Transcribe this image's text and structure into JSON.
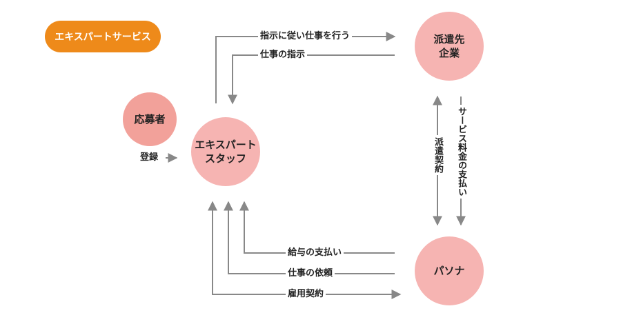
{
  "badge": "エキスパートサービス",
  "nodes": {
    "applicant": "応募者",
    "staff_line1": "エキスパート",
    "staff_line2": "スタッフ",
    "client_line1": "派遣先",
    "client_line2": "企業",
    "pasona": "パソナ"
  },
  "edges": {
    "register": "登録",
    "follow_instructions": "指示に従い仕事を行う",
    "work_instructions": "仕事の指示",
    "dispatch_contract": "派遣契約",
    "service_fee": "サービス料金の支払い",
    "salary": "給与の支払い",
    "job_request": "仕事の依頼",
    "employment_contract": "雇用契約"
  },
  "colors": {
    "badge": "#ee8a1a",
    "node": "#f6b4b2",
    "applicant": "#f2a19a",
    "arrow": "#888888"
  }
}
